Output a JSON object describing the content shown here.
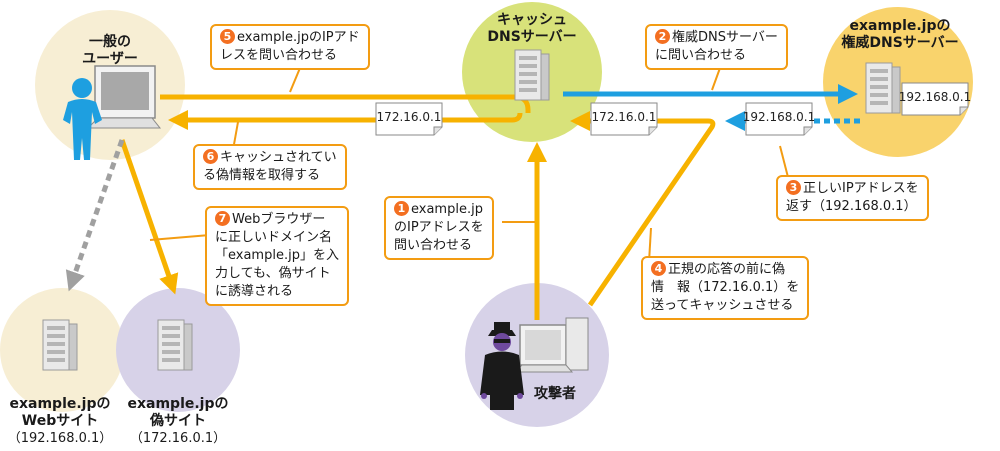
{
  "nodes": {
    "user": [
      "一般の",
      "ユーザー"
    ],
    "cache_dns": [
      "キャッシュ",
      "DNSサーバー"
    ],
    "auth_dns": [
      "example.jpの",
      "権威DNSサーバー"
    ],
    "attacker": "攻撃者",
    "web_site": [
      "example.jpの",
      "Webサイト",
      "（192.168.0.1）"
    ],
    "fake_site": [
      "example.jpの",
      "偽サイト",
      "（172.16.0.1）"
    ]
  },
  "papers": {
    "cache_left": "172.16.0.1",
    "cache_right": "172.16.0.1",
    "auth_reply": "192.168.0.1",
    "auth_right": "192.168.0.1"
  },
  "steps": [
    {
      "num": "1",
      "lines": [
        "example.jp",
        "のIPアドレスを",
        "問い合わせる"
      ]
    },
    {
      "num": "2",
      "lines": [
        "権威DNSサーバー",
        "に問い合わせる"
      ]
    },
    {
      "num": "3",
      "lines": [
        "正しいIPアドレスを",
        "返す（192.168.0.1）"
      ]
    },
    {
      "num": "4",
      "lines": [
        "正規の応答の前に偽",
        "情　報（172.16.0.1）を",
        "送ってキャッシュさせる"
      ]
    },
    {
      "num": "5",
      "lines": [
        "example.jpのIPアド",
        "レスを問い合わせる"
      ]
    },
    {
      "num": "6",
      "lines": [
        "キャッシュされてい",
        "る偽情報を取得する"
      ]
    },
    {
      "num": "7",
      "lines": [
        "Webブラウザー",
        "に正しいドメイン名",
        "「example.jp」を入",
        "力しても、偽サイト",
        "に誘導される"
      ]
    }
  ],
  "colors": {
    "user_circle": "#f7eed4",
    "cache_circle": "#d8e27a",
    "auth_circle": "#f9d36c",
    "attacker_circle": "#d7d2e8",
    "site_circle": "#f7eed4",
    "fake_circle": "#d7d2e8",
    "orange_arrow": "#f7b200",
    "blue_arrow": "#1e9fe0",
    "gray_arrow": "#a0a0a0",
    "note_border": "#f39c12",
    "badge": "#f36f21"
  }
}
